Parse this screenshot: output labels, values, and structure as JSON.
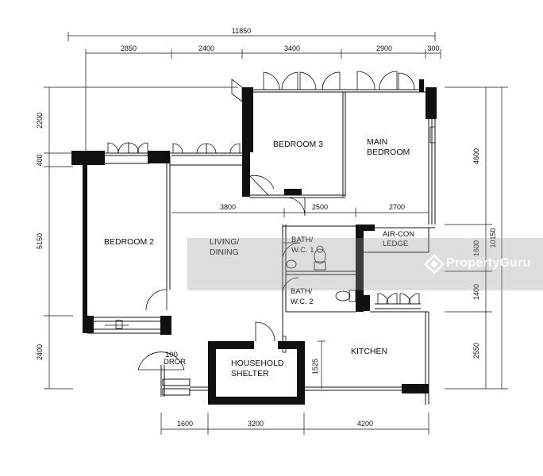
{
  "dimensions": {
    "top_overall": "11850",
    "top_segments": [
      "2850",
      "2400",
      "3400",
      "2900",
      "300"
    ],
    "left_segments": [
      "2200",
      "400",
      "5150",
      "2400"
    ],
    "right_segments": [
      "4600",
      "1600",
      "1400",
      "2550"
    ],
    "right_overall": "10150",
    "bottom_segments": [
      "1600",
      "3200",
      "4200"
    ],
    "interior": [
      "3800",
      "2500",
      "2700",
      "1525"
    ]
  },
  "rooms": {
    "bedroom3": "BEDROOM 3",
    "main_bedroom": [
      "MAIN",
      "BEDROOM"
    ],
    "bedroom2": "BEDROOM 2",
    "living": [
      "LIVING/",
      "DINING"
    ],
    "bath1": [
      "BATH/",
      "W.C. 1"
    ],
    "bath2": [
      "BATH/",
      "W.C. 2"
    ],
    "aircon": [
      "AIR-CON",
      "LEDGE"
    ],
    "kitchen": "KITCHEN",
    "shelter": [
      "HOUSEHOLD",
      "SHELTER"
    ],
    "door": [
      "100",
      "DROR"
    ]
  },
  "watermark": {
    "text": "PropertyGuru"
  },
  "colors": {
    "ink": "#111111",
    "watermark": "#969696"
  }
}
